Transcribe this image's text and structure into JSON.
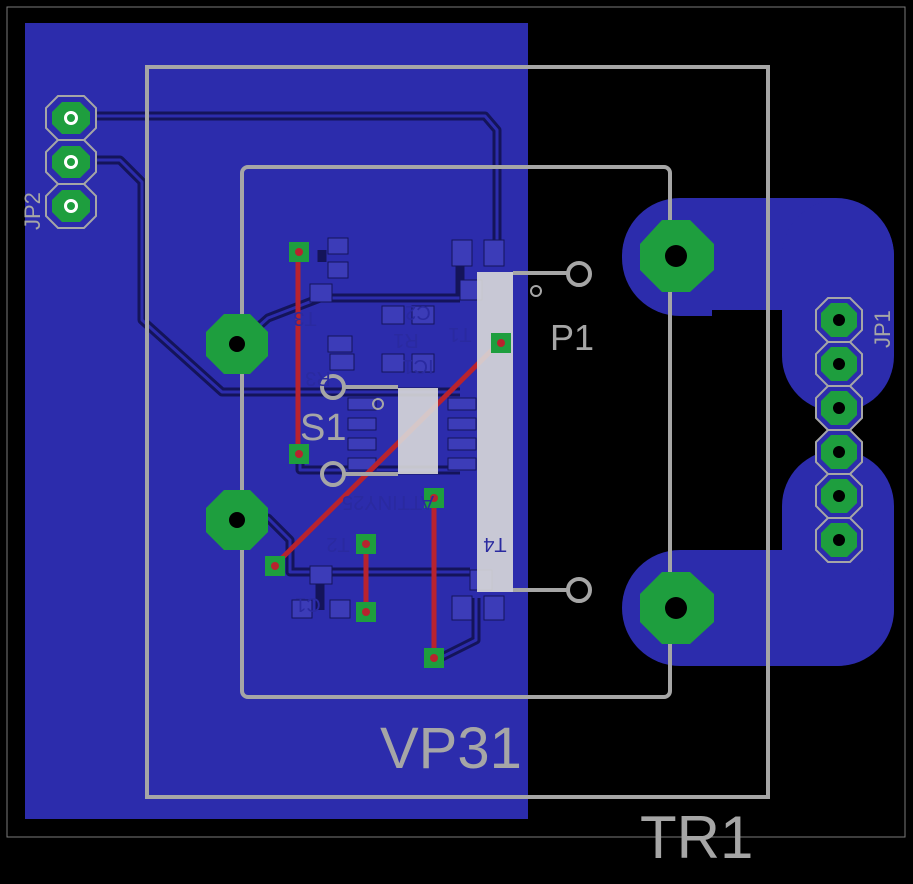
{
  "labels": {
    "jp2": "JP2",
    "jp1": "JP1",
    "p1": "P1",
    "s1": "S1",
    "vp31": "VP31",
    "tr1": "TR1",
    "c2": "C2",
    "t3": "T3",
    "r1": "R1",
    "ic1": "IC1",
    "r3": "R3",
    "tiny": "ATTINY25",
    "t2": "T2",
    "t4": "T4",
    "c1": "C1",
    "t1": "T1"
  },
  "colors": {
    "background": "#000000",
    "bottom_copper": "#2c2cac",
    "bottom_trace_dark": "#14145a",
    "pad_copper": "#3c3cb8",
    "via_green": "#1e9e3e",
    "drill": "#ffffff",
    "wire_red": "#b8232e",
    "silkscreen": "#a6a6a6",
    "silk_highlight": "#d9d9d9"
  }
}
